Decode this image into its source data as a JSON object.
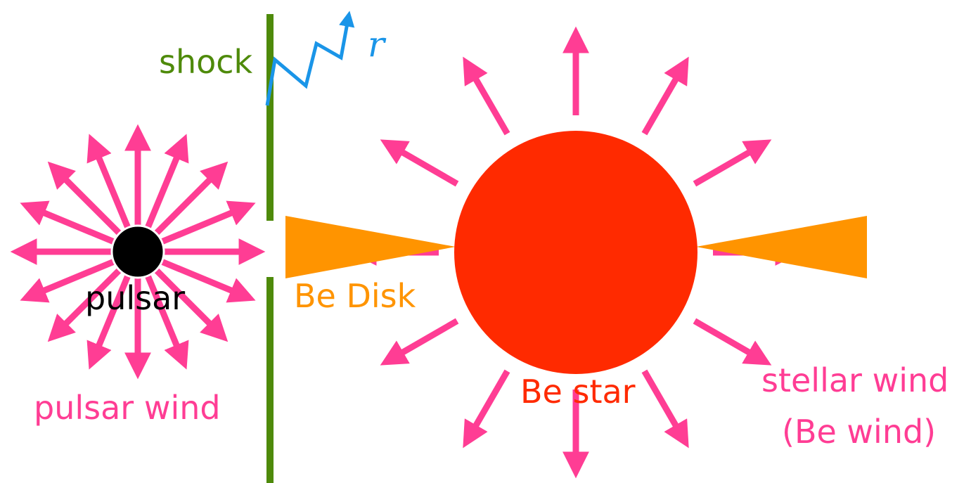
{
  "labels": {
    "shock": "shock",
    "r": "r",
    "pulsar": "pulsar",
    "pulsar_wind": "pulsar wind",
    "be_disk": "Be Disk",
    "be_star": "Be star",
    "stellar_wind_line1": "stellar wind",
    "stellar_wind_line2": "(Be wind)"
  },
  "colors": {
    "wind_arrow": "#ff3d94",
    "shock_line": "#4e8a0a",
    "r_arrow": "#1a95e8",
    "be_star": "#ff2a00",
    "be_disk": "#ff9400",
    "pulsar": "#000000",
    "pulsar_text": "#000000",
    "background": "#ffffff"
  },
  "icons": {
    "pulsar": "filled-black-circle",
    "be_star": "filled-red-circle",
    "be_disk": "orange-wedge",
    "shock": "vertical-line",
    "r_arrow": "zigzag-arrow",
    "wind": "radial-arrows"
  },
  "counts": {
    "pulsar_wind_arrows": 16,
    "stellar_wind_arrows": 12
  }
}
